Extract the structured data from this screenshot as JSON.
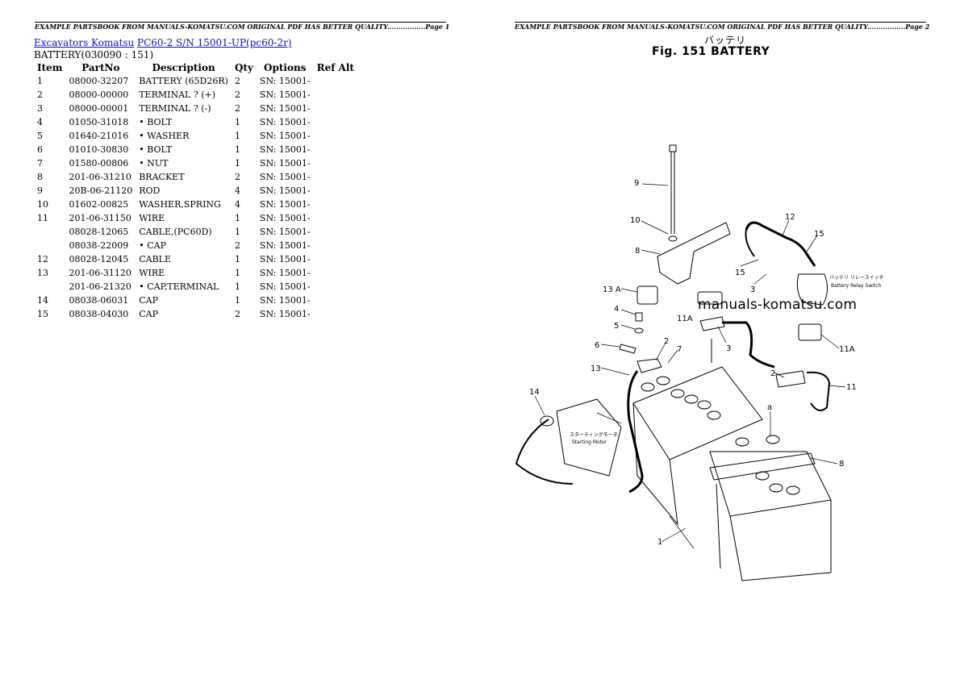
{
  "header": {
    "left": "EXAMPLE PARTSBOOK FROM MANUALS-KOMATSU.COM ORIGINAL PDF HAS BETTER QUALITY.................Page 1",
    "right": "EXAMPLE PARTSBOOK FROM MANUALS-KOMATSU.COM ORIGINAL PDF HAS BETTER QUALITY.................Page 2"
  },
  "breadcrumb": {
    "link1": "Excavators Komatsu",
    "link2": "PC60-2 S/N 15001-UP(pc60-2r)"
  },
  "group_title": "BATTERY(030090 : 151)",
  "table": {
    "headers": [
      "Item",
      "PartNo",
      "Description",
      "Qty",
      "Options",
      "Ref Alt"
    ],
    "rows": [
      [
        "1",
        "08000-32207",
        "BATTERY (65D26R)",
        "2",
        "SN: 15001-",
        ""
      ],
      [
        "2",
        "08000-00000",
        "TERMINAL ? (+)",
        "2",
        "SN: 15001-",
        ""
      ],
      [
        "3",
        "08000-00001",
        "TERMINAL ? (-)",
        "2",
        "SN: 15001-",
        ""
      ],
      [
        "4",
        "01050-31018",
        "• BOLT",
        "1",
        "SN: 15001-",
        ""
      ],
      [
        "5",
        "01640-21016",
        "• WASHER",
        "1",
        "SN: 15001-",
        ""
      ],
      [
        "6",
        "01010-30830",
        "• BOLT",
        "1",
        "SN: 15001-",
        ""
      ],
      [
        "7",
        "01580-00806",
        "• NUT",
        "1",
        "SN: 15001-",
        ""
      ],
      [
        "8",
        "201-06-31210",
        "BRACKET",
        "2",
        "SN: 15001-",
        ""
      ],
      [
        "9",
        "20B-06-21120",
        "ROD",
        "4",
        "SN: 15001-",
        ""
      ],
      [
        "10",
        "01602-00825",
        "WASHER,SPRING",
        "4",
        "SN: 15001-",
        ""
      ],
      [
        "11",
        "201-06-31150",
        "WIRE",
        "1",
        "SN: 15001-",
        ""
      ],
      [
        "",
        "08028-12065",
        "CABLE,(PC60D)",
        "1",
        "SN: 15001-",
        ""
      ],
      [
        "",
        "08038-22009",
        "• CAP",
        "2",
        "SN: 15001-",
        ""
      ],
      [
        "12",
        "08028-12045",
        "CABLE",
        "1",
        "SN: 15001-",
        ""
      ],
      [
        "13",
        "201-06-31120",
        "WIRE",
        "1",
        "SN: 15001-",
        ""
      ],
      [
        "",
        "201-06-21320",
        "• CAP,TERMINAL",
        "1",
        "SN: 15001-",
        ""
      ],
      [
        "14",
        "08038-06031",
        "CAP",
        "1",
        "SN: 15001-",
        ""
      ],
      [
        "15",
        "08038-04030",
        "CAP",
        "2",
        "SN: 15001-",
        ""
      ]
    ]
  },
  "figure": {
    "jp_caption": "バッテリ",
    "title": "Fig. 151 BATTERY",
    "watermark": "manuals-komatsu.com",
    "callouts": [
      "9",
      "10",
      "8",
      "12",
      "15",
      "15",
      "3",
      "13 A",
      "11A",
      "4",
      "5",
      "6",
      "2",
      "7",
      "3",
      "11A",
      "13",
      "2",
      "11",
      "14",
      "a",
      "8",
      "1"
    ],
    "notes": {
      "relay_jp": "バッテリ リレースイッチ",
      "relay_en": "Battery Relay Switch",
      "motor_jp": "スターティングモータ",
      "motor_en": "Starting Motor"
    }
  }
}
